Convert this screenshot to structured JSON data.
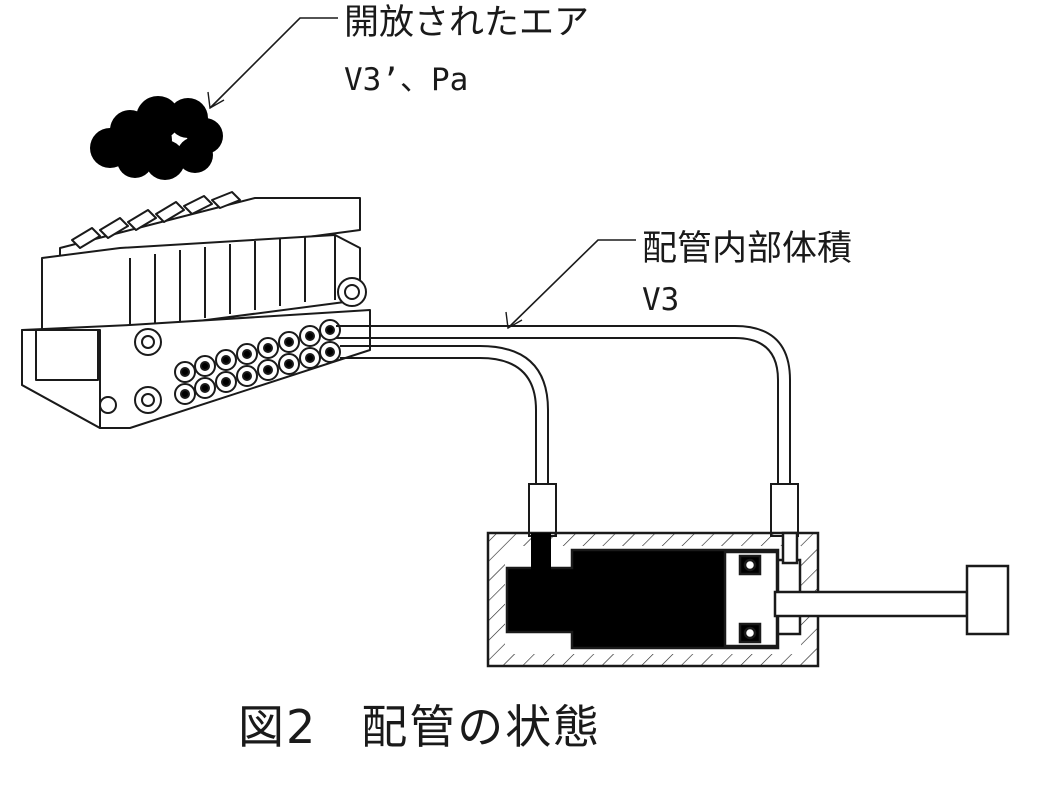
{
  "labels": {
    "released_air_title": "開放されたエア",
    "released_air_symbol": "V3’、Pa",
    "pipe_volume_title": "配管内部体積",
    "pipe_volume_symbol": "V3"
  },
  "caption": {
    "number": "図2",
    "title": "配管の状態"
  },
  "colors": {
    "line": "#1a1a1a",
    "fill_dark": "#000000",
    "background": "#ffffff"
  }
}
